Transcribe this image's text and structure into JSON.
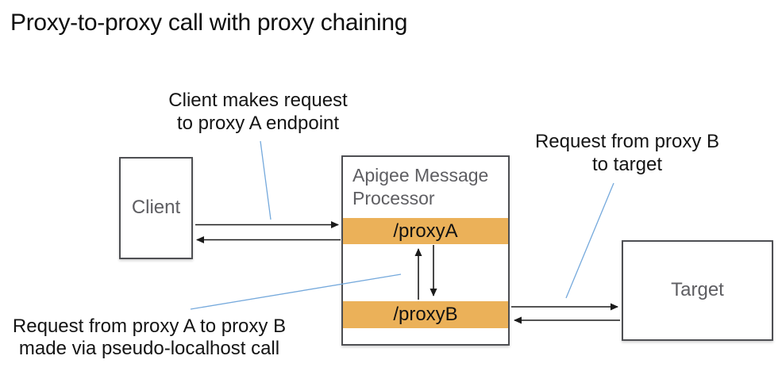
{
  "title": "Proxy-to-proxy call with proxy chaining",
  "annotations": {
    "client_request": {
      "line1": "Client makes request",
      "line2": "to proxy A endpoint"
    },
    "proxy_b_to_target": {
      "line1": "Request from proxy B",
      "line2": "to target"
    },
    "proxy_a_to_b": {
      "line1": "Request from proxy A to proxy B",
      "line2": "made via pseudo-localhost call"
    }
  },
  "nodes": {
    "client": {
      "label": "Client"
    },
    "message_processor": {
      "label": "Apigee Message Processor"
    },
    "proxy_a": {
      "label": "/proxyA"
    },
    "proxy_b": {
      "label": "/proxyB"
    },
    "target": {
      "label": "Target"
    }
  },
  "colors": {
    "proxy_band": "#ebb159",
    "annotation_line": "#75a9dc",
    "arrow": "#1b1b1b",
    "box_border": "#4e4f53",
    "box_label": "#5e5e62"
  }
}
